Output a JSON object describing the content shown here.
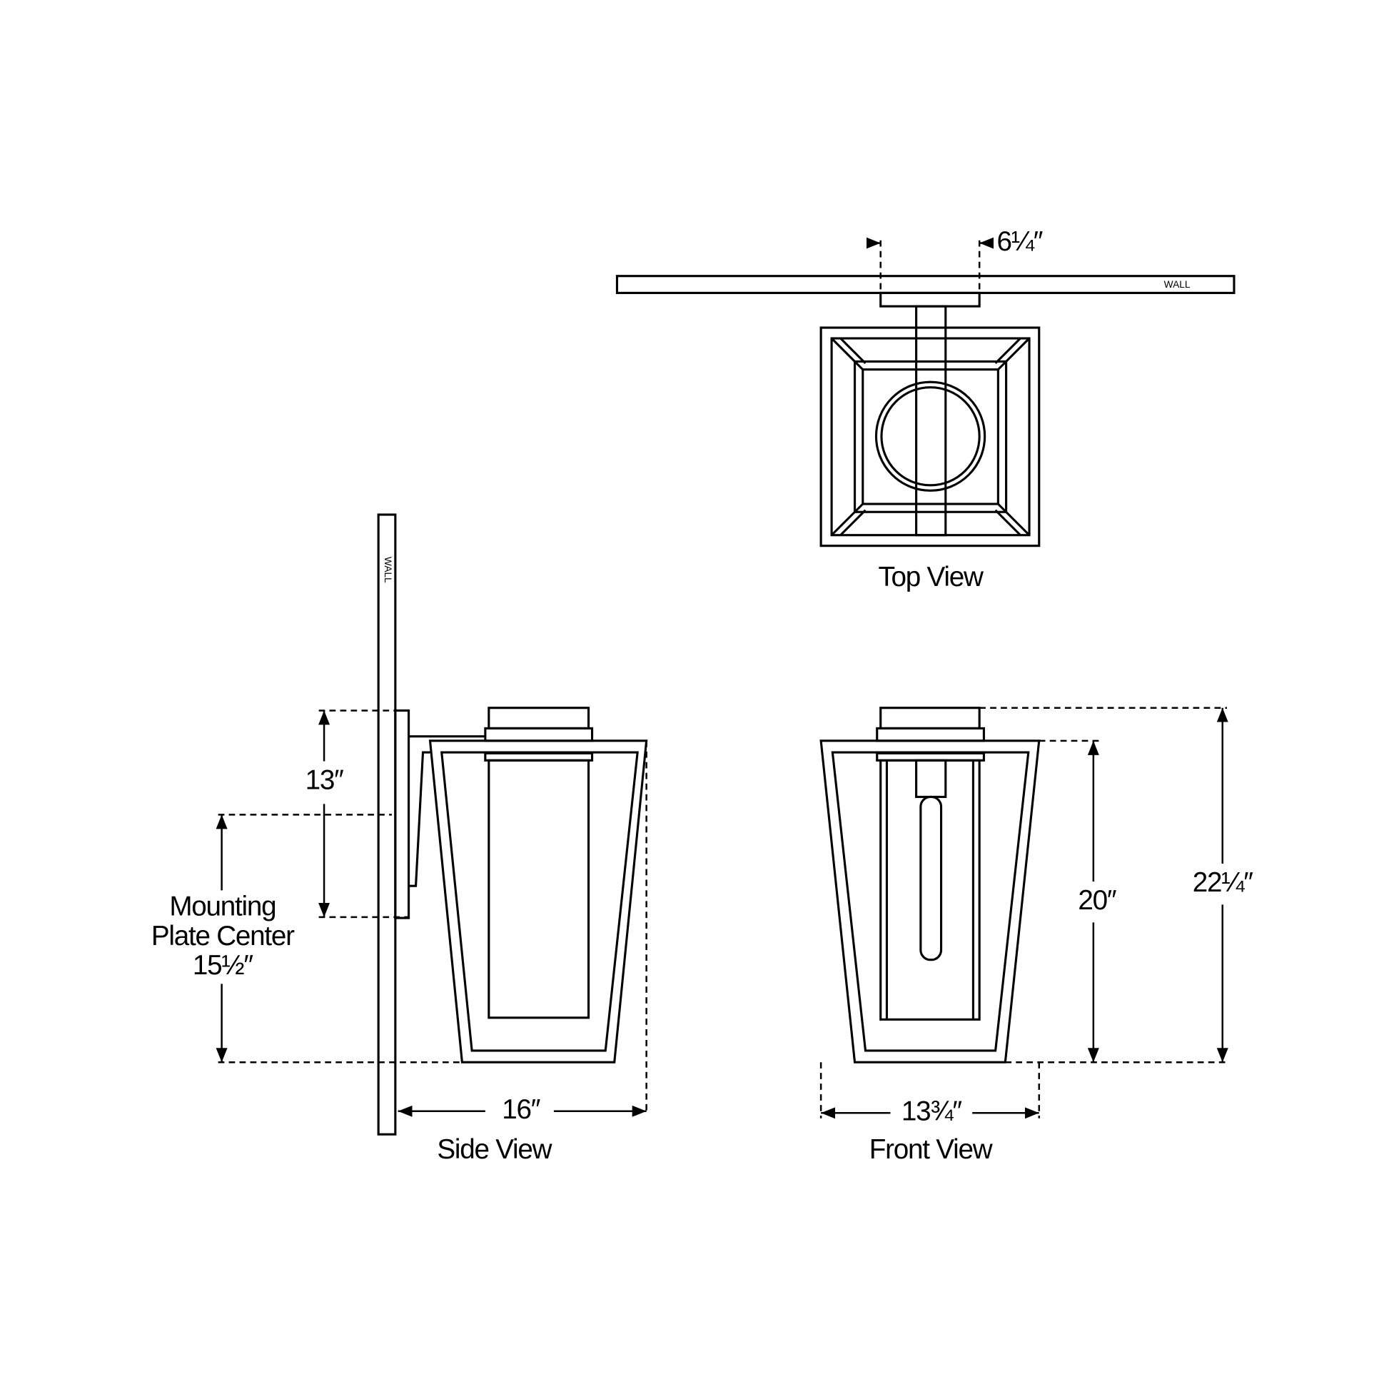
{
  "top_view": {
    "title": "Top View",
    "wall_label": "WALL",
    "plate_width": "6¼″"
  },
  "side_view": {
    "title": "Side View",
    "wall_label": "WALL",
    "height_plate": "13″",
    "mounting_label_1": "Mounting",
    "mounting_label_2": "Plate Center",
    "mounting_value": "15½″",
    "extension": "16″"
  },
  "front_view": {
    "title": "Front View",
    "width": "13¾″",
    "shade_height": "20″",
    "overall_height": "22¼″"
  },
  "colors": {
    "line": "#000000",
    "background": "#ffffff"
  }
}
